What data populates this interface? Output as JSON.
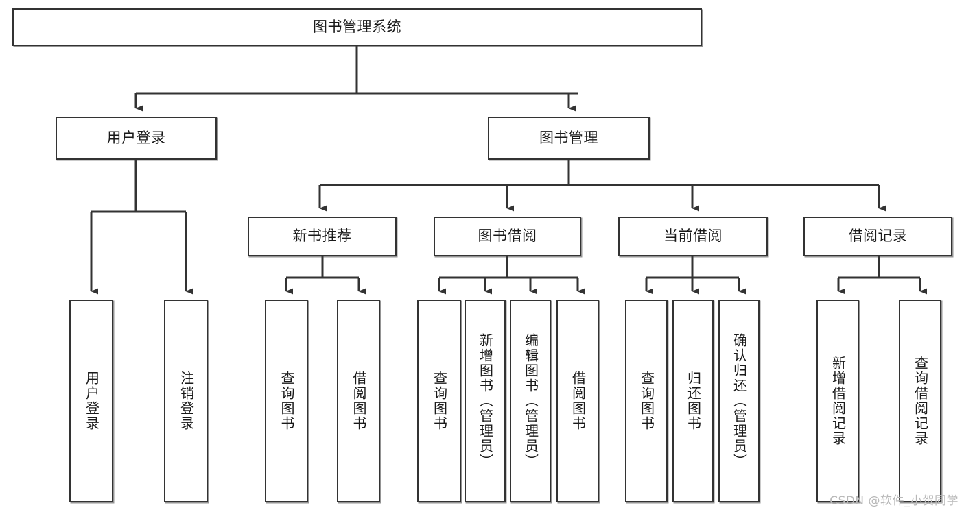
{
  "diagram": {
    "type": "tree-hierarchy",
    "title": "图书管理系统",
    "watermark": "CSDN @软件_小贺同学",
    "colors": {
      "box_border": "#333333",
      "box_fill": "#ffffff",
      "connector": "#333333",
      "text": "#1a1a1a",
      "watermark": "#b8b8b8"
    },
    "root": {
      "label": "图书管理系统",
      "orientation": "horizontal"
    },
    "level2": [
      {
        "label": "用户登录",
        "orientation": "horizontal"
      },
      {
        "label": "图书管理",
        "orientation": "horizontal"
      }
    ],
    "level3": [
      {
        "label": "新书推荐",
        "orientation": "horizontal"
      },
      {
        "label": "图书借阅",
        "orientation": "horizontal"
      },
      {
        "label": "当前借阅",
        "orientation": "horizontal"
      },
      {
        "label": "借阅记录",
        "orientation": "horizontal"
      }
    ],
    "leaves": {
      "user_login": [
        {
          "label": "用户登录",
          "orientation": "vertical"
        },
        {
          "label": "注销登录",
          "orientation": "vertical"
        }
      ],
      "new_book_recommend": [
        {
          "label": "查询图书",
          "orientation": "vertical"
        },
        {
          "label": "借阅图书",
          "orientation": "vertical"
        }
      ],
      "book_borrow": [
        {
          "label": "查询图书",
          "orientation": "vertical"
        },
        {
          "label": "新增图书（管理员）",
          "orientation": "vertical"
        },
        {
          "label": "编辑图书（管理员）",
          "orientation": "vertical"
        },
        {
          "label": "借阅图书",
          "orientation": "vertical"
        }
      ],
      "current_borrow": [
        {
          "label": "查询图书",
          "orientation": "vertical"
        },
        {
          "label": "归还图书",
          "orientation": "vertical"
        },
        {
          "label": "确认归还（管理员）",
          "orientation": "vertical"
        }
      ],
      "borrow_record": [
        {
          "label": "新增借阅记录",
          "orientation": "vertical"
        },
        {
          "label": "查询借阅记录",
          "orientation": "vertical"
        }
      ]
    }
  }
}
